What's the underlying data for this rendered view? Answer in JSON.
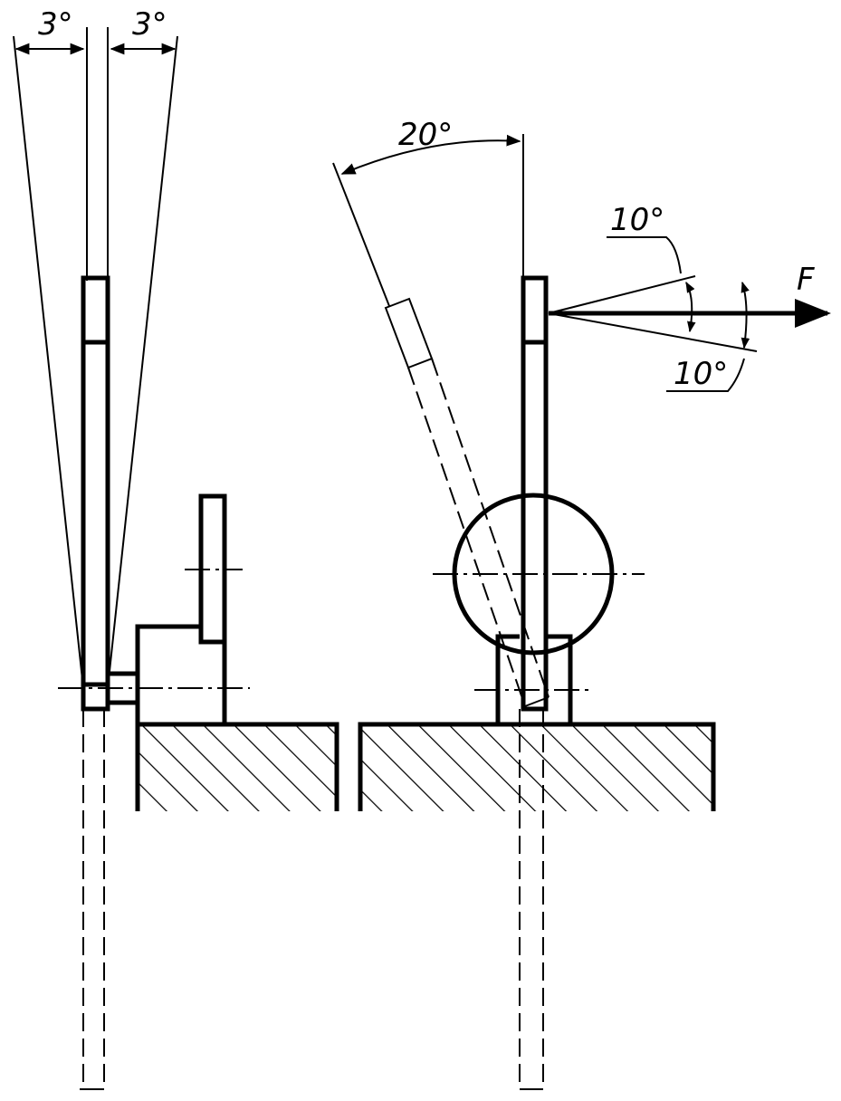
{
  "labels": {
    "left_angle_left": "3°",
    "left_angle_right": "3°",
    "tilt_angle": "20°",
    "force_angle_upper": "10°",
    "force_angle_lower": "10°",
    "force": "F"
  },
  "colors": {
    "ink": "#000000",
    "background": "#ffffff"
  }
}
